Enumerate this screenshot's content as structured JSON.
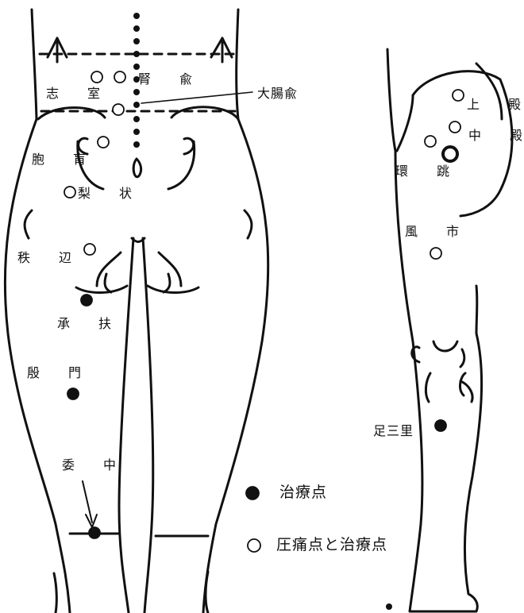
{
  "points_back": [
    {
      "label": "腎　兪",
      "type": "tender"
    },
    {
      "label": "志　室",
      "type": "tender"
    },
    {
      "label": "大腸兪",
      "type": "tender"
    },
    {
      "label": "胞　肓",
      "type": "tender"
    },
    {
      "label": "梨　状",
      "type": "tender"
    },
    {
      "label": "秩　辺",
      "type": "tender"
    },
    {
      "label": "承　扶",
      "type": "treatment"
    },
    {
      "label": "殷　門",
      "type": "treatment"
    },
    {
      "label": "委　中",
      "type": "treatment"
    }
  ],
  "points_leg": [
    {
      "label": "上　殿",
      "type": "tender"
    },
    {
      "label": "中　殿",
      "type": "tender"
    },
    {
      "label": "環　跳",
      "type": "tender"
    },
    {
      "label": "風　市",
      "type": "tender"
    },
    {
      "label": "足三里",
      "type": "treatment"
    }
  ],
  "legend": {
    "treatment": "治療点",
    "tender_and_treatment": "圧痛点と治療点"
  },
  "colors": {
    "ink": "#111111",
    "background": "#ffffff"
  }
}
